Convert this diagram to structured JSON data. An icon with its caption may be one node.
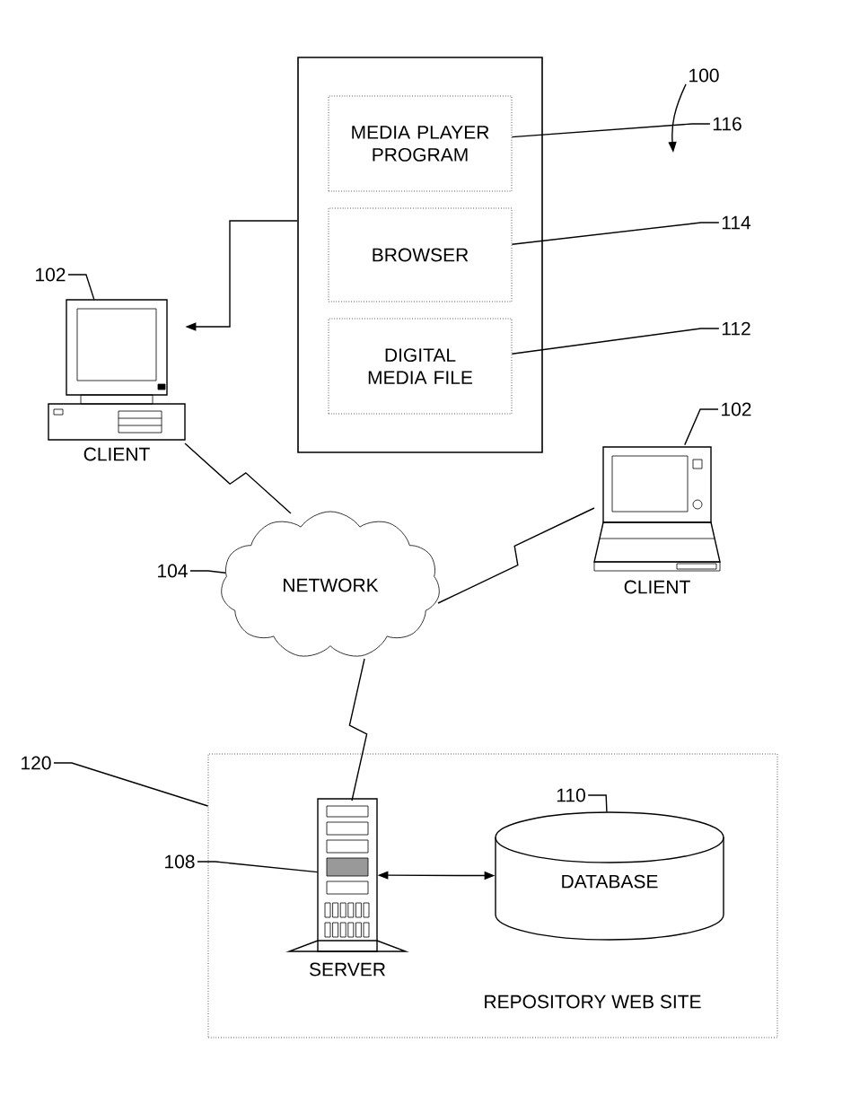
{
  "diagram": {
    "nodes": [
      {
        "text": [],
        "shape": "box"
      },
      {
        "text": [
          "MEDIA PLAYER PROGRAM"
        ],
        "in": 0
      },
      {
        "text": [
          "BROWSER"
        ],
        "in": 0
      },
      {
        "text": [
          "DIGITAL MEDIA FILE"
        ],
        "in": 0
      },
      {
        "text": [
          "100"
        ]
      },
      {
        "text": [
          "116"
        ]
      },
      {
        "text": [
          "114"
        ]
      },
      {
        "text": [
          "112"
        ]
      },
      {
        "text": [
          "102"
        ]
      },
      {
        "text": [
          "CLIENT"
        ]
      },
      {
        "text": [
          "102"
        ]
      },
      {
        "text": [
          "CLIENT"
        ]
      },
      {
        "text": [
          "104"
        ]
      },
      {
        "text": [
          "NETWORK"
        ]
      },
      {
        "text": [
          "120"
        ]
      },
      {
        "text": [
          "REPOSITORY WEB SITE"
        ]
      },
      {
        "text": [
          "108"
        ]
      },
      {
        "text": [
          "SERVER"
        ],
        "in": 15
      },
      {
        "text": [
          "110"
        ],
        "in": 15
      },
      {
        "text": [
          "DATABASE"
        ],
        "in": 15
      }
    ],
    "edges": [
      {
        "from": 4,
        "to": null,
        "arrow": "to"
      },
      {
        "from": 5,
        "to": 1,
        "arrow": "none"
      },
      {
        "from": 6,
        "to": 2,
        "arrow": "none"
      },
      {
        "from": 7,
        "to": 3,
        "arrow": "none"
      },
      {
        "from": 8,
        "to": 9,
        "arrow": "none"
      },
      {
        "from": 10,
        "to": 11,
        "arrow": "none"
      },
      {
        "from": 12,
        "to": 13,
        "arrow": "none"
      },
      {
        "from": 14,
        "to": 15,
        "arrow": "none"
      },
      {
        "from": 16,
        "to": 17,
        "arrow": "none"
      },
      {
        "from": 18,
        "to": 19,
        "arrow": "none"
      },
      {
        "from": 0,
        "to": 9,
        "arrow": "to"
      },
      {
        "from": 9,
        "to": 13,
        "arrow": "none"
      },
      {
        "from": 11,
        "to": 13,
        "arrow": "none"
      },
      {
        "from": 13,
        "to": 17,
        "arrow": "none"
      },
      {
        "from": 17,
        "to": 19,
        "arrow": "both"
      }
    ]
  }
}
